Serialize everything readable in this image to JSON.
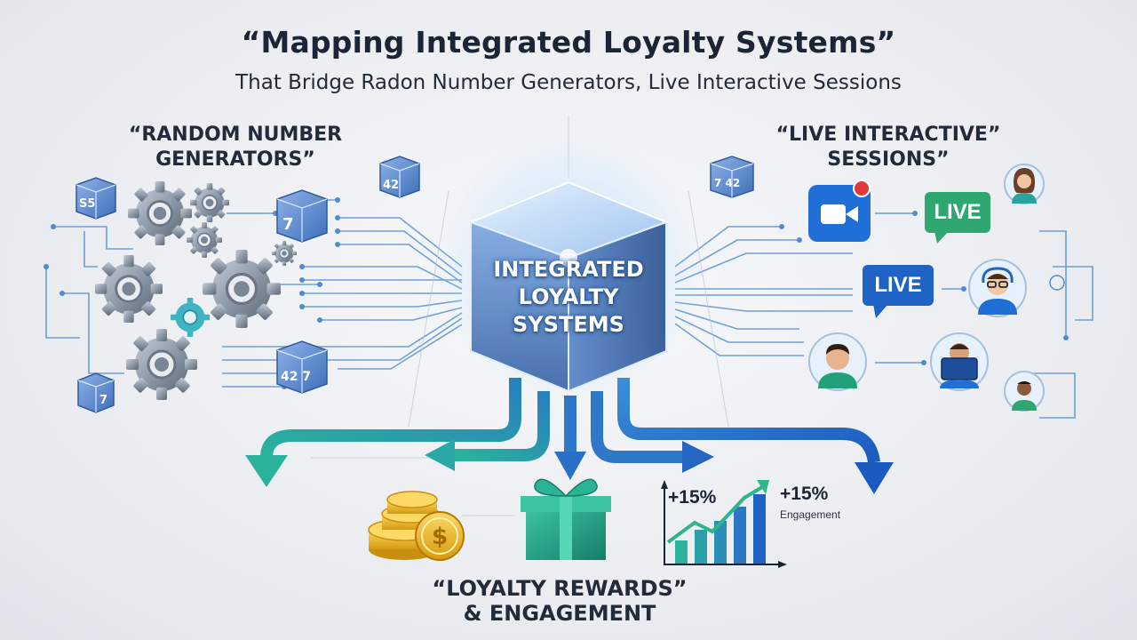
{
  "header": {
    "title": "“Mapping Integrated Loyalty Systems”",
    "subtitle": "That Bridge Radon Number Generators, Live Interactive Sessions"
  },
  "sections": {
    "rng": {
      "line1": "“RANDOM NUMBER",
      "line2": "GENERATORS”"
    },
    "live": {
      "line1": "“LIVE INTERACTIVE”",
      "line2": "SESSIONS”"
    },
    "hub": {
      "line1": "INTEGRATED",
      "line2": "LOYALTY",
      "line3": "SYSTEMS"
    },
    "rewards": {
      "line1": "“LOYALTY REWARDS”",
      "line2": "& ENGAGEMENT"
    }
  },
  "live_badges": {
    "green": "LIVE",
    "blue": "LIVE"
  },
  "dice": {
    "d1": "S5",
    "d2": "42",
    "d3": "7",
    "d4": "42 7",
    "d5": "7",
    "d6": "7 42"
  },
  "stats": {
    "stat1": "+15%",
    "stat2": "+15%",
    "stat2_caption": "Engagement"
  },
  "colors": {
    "accent_blue": "#1f63c4",
    "accent_teal": "#2bb39a",
    "live_green": "#2fa771",
    "coin_gold": "#f2b824",
    "gift_green": "#22a68a",
    "gear_gray": "#8a95a3"
  },
  "icons": [
    "gear-icon",
    "dice-icon",
    "video-camera-icon",
    "avatar-icon",
    "coins-icon",
    "gift-icon",
    "growth-chart-icon"
  ]
}
